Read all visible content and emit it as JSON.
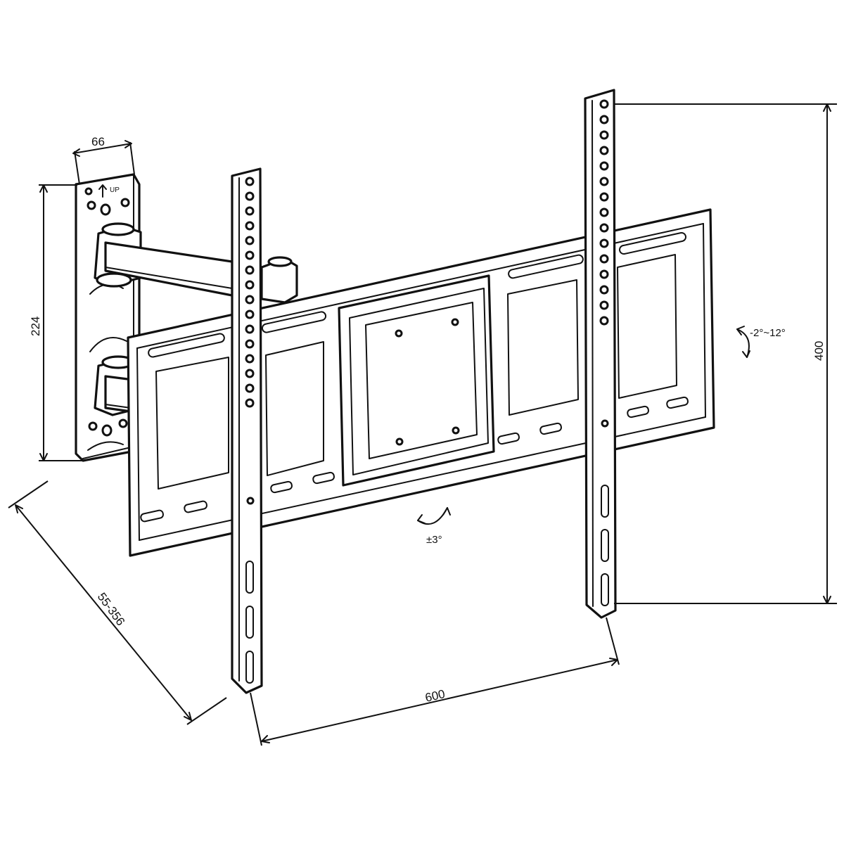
{
  "diagram": {
    "dimensions": {
      "wall_plate_width": "66",
      "wall_plate_height": "224",
      "extension": "55-356",
      "vesa_horizontal": "600",
      "vesa_vertical": "400"
    },
    "angles": {
      "tilt": "-2°~12°",
      "rotation": "±3°"
    },
    "wall_plate_marking": "UP"
  }
}
